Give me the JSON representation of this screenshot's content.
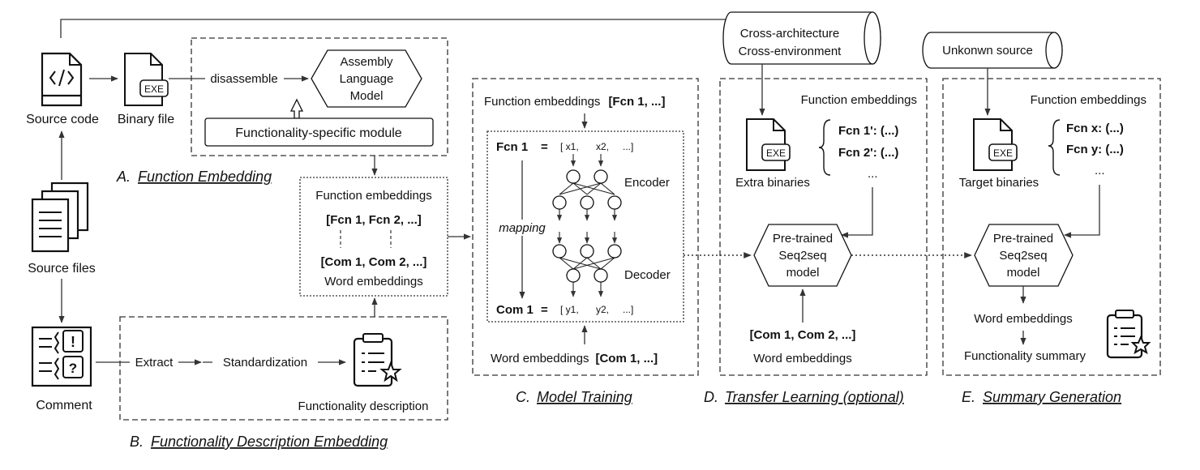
{
  "source": {
    "code_label": "Source code",
    "files_label": "Source files",
    "comment_label": "Comment"
  },
  "binary": {
    "label": "Binary file",
    "exe": "EXE"
  },
  "sectionA": {
    "letter": "A.",
    "title": "Function Embedding",
    "disassemble": "disassemble",
    "model_lines": [
      "Assembly",
      "Language",
      "Model"
    ],
    "module": "Functionality-specific module"
  },
  "middle": {
    "fe_label": "Function embeddings",
    "fcn_list": "[Fcn 1, Fcn 2, ...]",
    "com_list": "[Com 1, Com 2, ...]",
    "we_label": "Word embeddings"
  },
  "sectionB": {
    "letter": "B.",
    "title": "Functionality Description Embedding",
    "extract": "Extract",
    "standardization": "Standardization",
    "desc": "Functionality description"
  },
  "sectionC": {
    "letter": "C.",
    "title": "Model Training",
    "fe_label": "Function embeddings",
    "fe_value": "[Fcn 1, ...]",
    "fcn1": "Fcn 1",
    "eq": "=",
    "x_vec": [
      "[ x1,",
      "x2,",
      "...]"
    ],
    "encoder": "Encoder",
    "decoder": "Decoder",
    "mapping": "mapping",
    "com1": "Com 1",
    "y_vec": [
      "[ y1,",
      "y2,",
      "...]"
    ],
    "we_label": "Word embeddings",
    "we_value": "[Com 1, ...]"
  },
  "sectionD": {
    "letter": "D.",
    "title": "Transfer Learning (optional)",
    "cyl_lines": [
      "Cross-architecture",
      "Cross-environment"
    ],
    "fe_label": "Function embeddings",
    "items": [
      "Fcn 1': (...)",
      "Fcn 2': (...)",
      "..."
    ],
    "binaries": "Extra binaries",
    "exe": "EXE",
    "model_lines": [
      "Pre-trained",
      "Seq2seq",
      "model"
    ],
    "com_list": "[Com 1, Com 2, ...]",
    "we_label": "Word embeddings"
  },
  "sectionE": {
    "letter": "E.",
    "title": "Summary Generation",
    "cyl_label": "Unkonwn source",
    "fe_label": "Function embeddings",
    "items": [
      "Fcn x: (...)",
      "Fcn y: (...)",
      "..."
    ],
    "binaries": "Target binaries",
    "exe": "EXE",
    "model_lines": [
      "Pre-trained",
      "Seq2seq",
      "model"
    ],
    "we_label": "Word embeddings",
    "summary": "Functionality summary"
  }
}
